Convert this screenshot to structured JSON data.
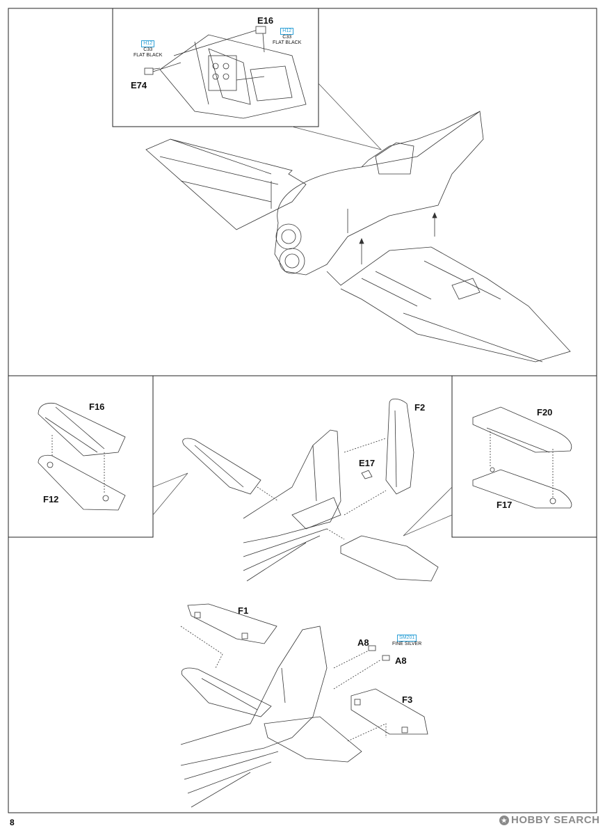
{
  "page_number": "8",
  "watermark": {
    "text": "HOBBY SEARCH",
    "icon": "hobby-search-logo-icon"
  },
  "detail_inset": {
    "parts": [
      "E16",
      "E74"
    ],
    "paint_e74": {
      "code": "H12",
      "ref": "C33",
      "name": "FLAT BLACK"
    },
    "paint_e16": {
      "code": "H12",
      "ref": "C33",
      "name": "FLAT BLACK"
    }
  },
  "left_panel": {
    "parts": [
      "F16",
      "F12"
    ]
  },
  "center_tail": {
    "parts": [
      "F2",
      "E17"
    ]
  },
  "right_panel": {
    "parts": [
      "F20",
      "F17"
    ]
  },
  "bottom_tail": {
    "parts": [
      "F1",
      "A8",
      "A8",
      "F3"
    ],
    "paint_a8": {
      "code": "SM201",
      "name": "FINE SILVER"
    }
  },
  "colors": {
    "line": "#222222",
    "paint_code": "#2a9fd6",
    "watermark": "#8a8a8a"
  }
}
